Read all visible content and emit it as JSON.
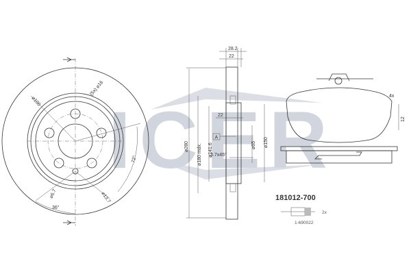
{
  "watermark": {
    "text": "ICER",
    "color": "#c9ced8"
  },
  "disc_front": {
    "dims": {
      "hole_dia": "⌀100",
      "bolt_holes": "(5x) ⌀16",
      "angle_72": "72°",
      "hole_small": "⌀6.7",
      "hole_13": "⌀13.7",
      "angle_36": "36°"
    }
  },
  "disc_side": {
    "dims": {
      "thickness_total": "28.2",
      "thickness": "22",
      "outer_dia": "⌀280",
      "min_dia": "⌀180 mdx.",
      "pcd": "⌀141.6",
      "hat_depth": "22",
      "ref": "A",
      "bore": "⌀65",
      "hat_dia": "⌀150",
      "chamfer": "3.7x45°"
    }
  },
  "pad": {
    "qty": "4x",
    "thickness": "12"
  },
  "part_number": "181012-700",
  "accessory": {
    "qty": "2x",
    "code": "1-690022"
  }
}
